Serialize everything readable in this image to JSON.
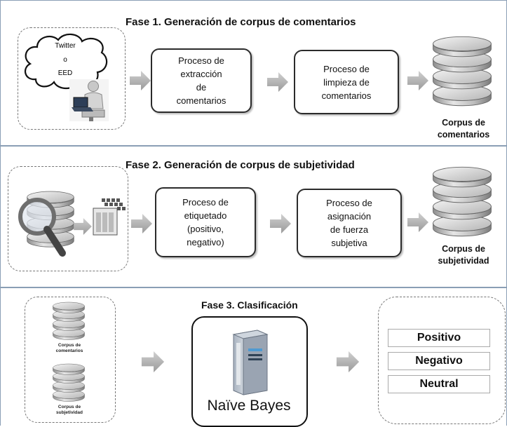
{
  "phase1": {
    "title": "Fase 1. Generación de corpus de comentarios",
    "source_line1": "Twitter",
    "source_line2": "o",
    "source_line3": "EED",
    "step1": "Proceso de\nextracción\nde\ncomentarios",
    "step2": "Proceso de\nlimpieza de\ncomentarios",
    "output": "Corpus de\ncomentarios"
  },
  "phase2": {
    "title": "Fase 2. Generación de corpus de subjetividad",
    "step1": "Proceso de\netiquetado\n(positivo,\nnegativo)",
    "step2": "Proceso de\nasignación\nde fuerza\nsubjetiva",
    "output": "Corpus de\nsubjetividad"
  },
  "phase3": {
    "title": "Fase 3. Clasificación",
    "input1": "Corpus de\ncomentarios",
    "input2": "Corpus de\nsubjetividad",
    "classifier": "Naïve Bayes",
    "results": [
      "Positivo",
      "Negativo",
      "Neutral"
    ]
  },
  "icons": [
    "cloud-icon",
    "user-laptop-icon",
    "database-icon",
    "magnifier-icon",
    "grid-icon",
    "server-icon",
    "arrow-right-icon"
  ]
}
